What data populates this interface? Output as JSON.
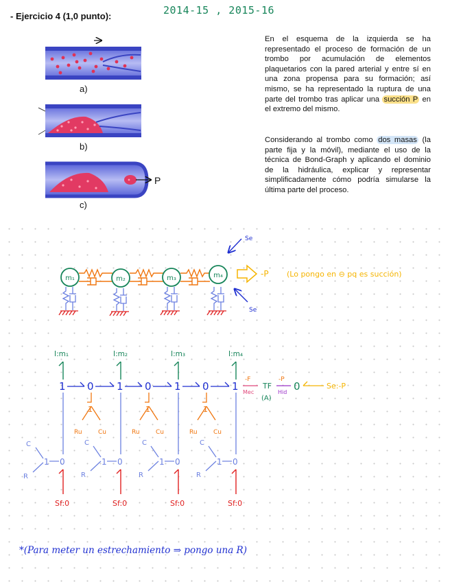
{
  "header": {
    "question_title": "- Ejercicio 4 (1,0 punto):",
    "years": "2014-15 , 2015-16"
  },
  "figure": {
    "labels": [
      "a)",
      "b)",
      "c)"
    ],
    "force_label": "P"
  },
  "statement": {
    "p1_a": "En el esquema de la izquierda se ha representado el proceso de formación de un trombo por acumulación de elementos plaquetarios con la pared arterial y entre sí en una zona propensa para su formación; así mismo, se ha representado la ruptura de una parte del trombo tras aplicar una ",
    "p1_hl": "succión P",
    "p1_b": " en el extremo del mismo.",
    "p2_a": "Considerando al trombo como ",
    "p2_hl": "dos masas",
    "p2_b": " (la parte fija y la móvil), mediante el uso de la técnica de Bond-Graph y aplicando el dominio de la hidráulica, explicar y representar simplificadamente cómo podría simularse la última parte del proceso."
  },
  "mech": {
    "masses": [
      "m₁",
      "m₂",
      "m₃",
      "m₄"
    ],
    "se_top": "Se",
    "se_bottom": "Se",
    "force": "-P",
    "note": "(Lo pongo en ⊖ pq es succión)"
  },
  "bond": {
    "inertias": [
      "I:m₁",
      "I:m₂",
      "I:m₃",
      "I:m₄"
    ],
    "one": "1",
    "zero": "0",
    "tf": "TF",
    "area": "(A)",
    "frac_top_left": "-F",
    "frac_bottom_left": "Mec",
    "frac_top_right": "-P",
    "frac_bottom_right": "Hid",
    "source_effort": "Se:-P",
    "branch_r": "Ru",
    "branch_c": "Cu",
    "c_label": "C",
    "r_label": "R",
    "sources_flow": [
      "Sf:0",
      "Sf:0",
      "Sf:0",
      "Sf:0"
    ]
  },
  "footnote": "*(Para meter un estrechamiento ⇒ pongo una R)",
  "colors": {
    "green": "#17855a",
    "orange": "#f0760f",
    "blue_light": "#6a7fe0",
    "blue_dark": "#1f2fd0",
    "red": "#e02020",
    "yellow": "#f5b400",
    "purple": "#9b32c8",
    "pink": "#e0467a"
  }
}
